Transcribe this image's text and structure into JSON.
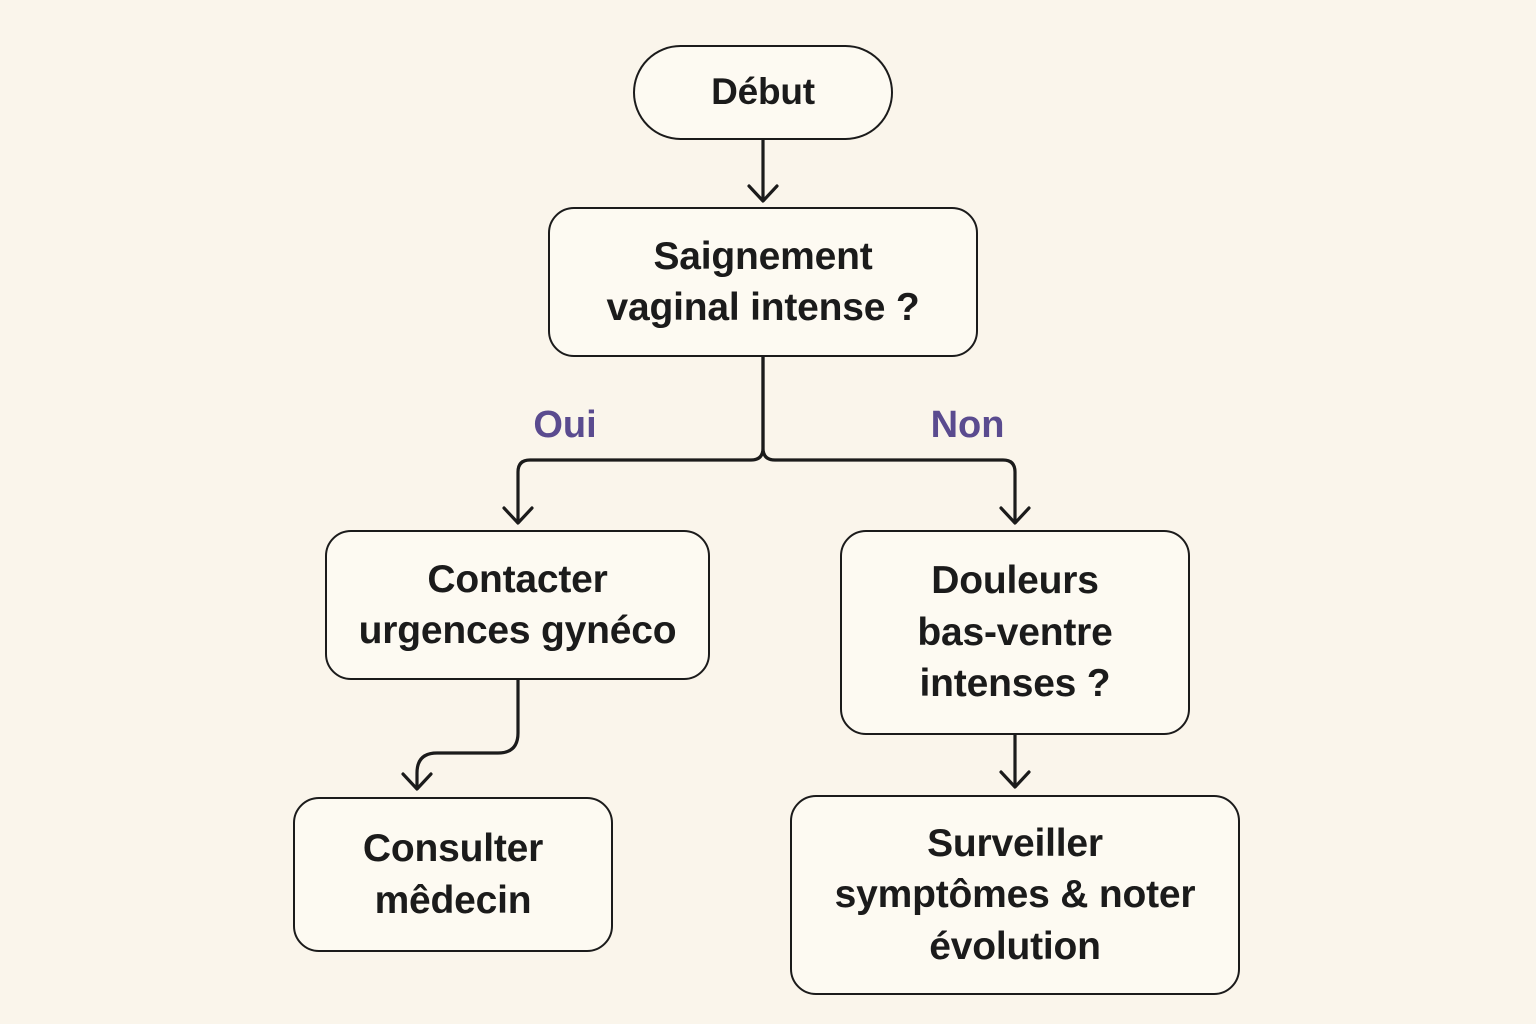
{
  "diagram": {
    "type": "flowchart",
    "nodes": {
      "start": {
        "label": "Début"
      },
      "q1": {
        "label": "Saignement\nvaginal intense ?"
      },
      "yes_action": {
        "label": "Contacter\nurgences gynéco"
      },
      "q2": {
        "label": "Douleurs\nbas-ventre\nintenses ?"
      },
      "yes_result": {
        "label": "Consulter\nmêdecin"
      },
      "no_result": {
        "label": "Surveiller\nsymptômes & noter\névolution"
      }
    },
    "edges": [
      {
        "from": "start",
        "to": "q1",
        "label": ""
      },
      {
        "from": "q1",
        "to": "yes_action",
        "label": "Oui"
      },
      {
        "from": "q1",
        "to": "q2",
        "label": "Non"
      },
      {
        "from": "yes_action",
        "to": "yes_result",
        "label": ""
      },
      {
        "from": "q2",
        "to": "no_result",
        "label": ""
      }
    ],
    "colors": {
      "background": "#faf5eb",
      "node_fill": "#fdfaf2",
      "stroke": "#1b1b1b",
      "text": "#1b1b1b",
      "branch_label": "#5a4b8f"
    }
  }
}
